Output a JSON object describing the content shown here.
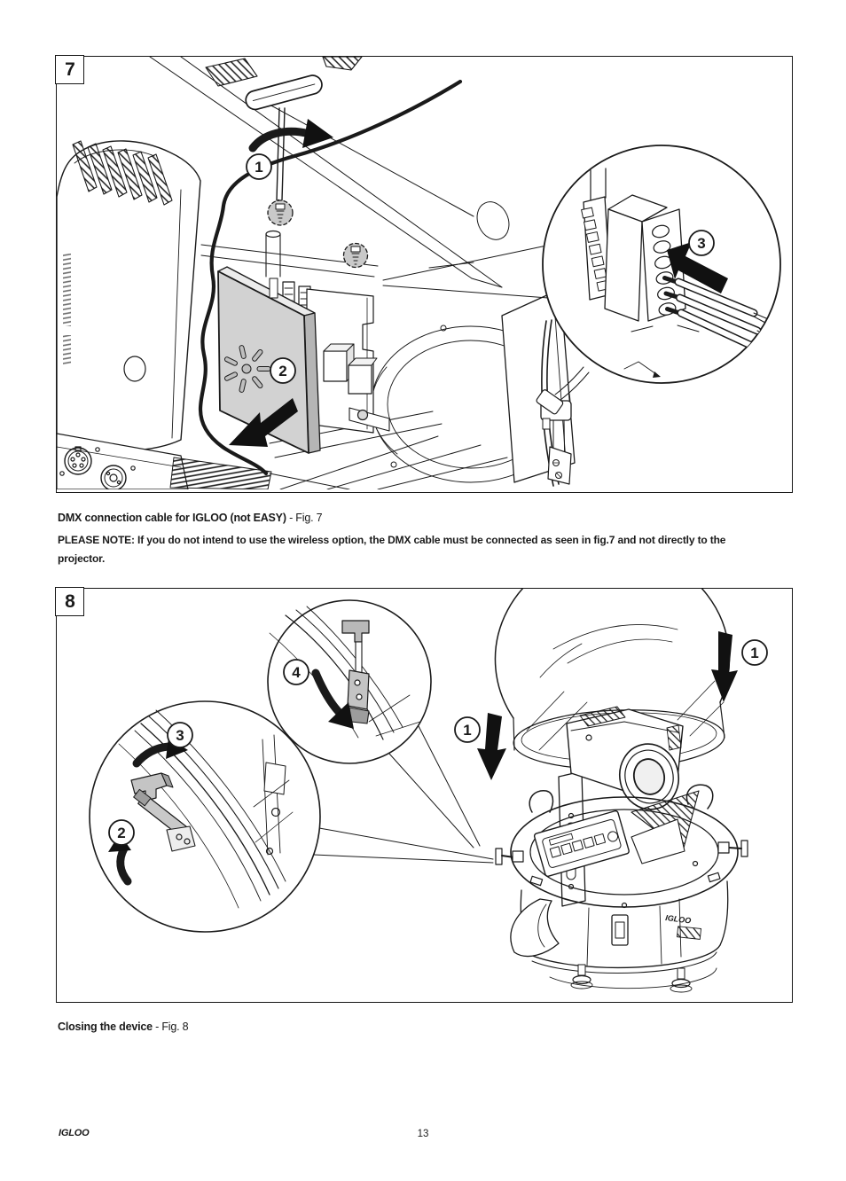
{
  "page": {
    "footer_brand": "IGLOO",
    "footer_page_number": "13"
  },
  "colors": {
    "ink": "#1a1a1a",
    "card_gray": "#d2d2d2",
    "metal_gray": "#c4c4c4",
    "screw_highlight_gray": "#c9c9c9"
  },
  "figure7": {
    "label": "7",
    "caption_bold": "DMX connection cable for IGLOO (not EASY)",
    "caption_rest": " - Fig. 7",
    "callouts": {
      "step1": "1",
      "step2": "2",
      "step3": "3"
    }
  },
  "note": {
    "line1": "PLEASE NOTE: If you do not intend to use the wireless option, the DMX cable must be connected as seen in fig.7 and not directly to the",
    "line2": "projector."
  },
  "figure8": {
    "label": "8",
    "caption_bold": "Closing the device",
    "caption_rest": " - Fig. 8",
    "base_logo": "IGLOO",
    "callouts": {
      "step4": "4",
      "step1_mid": "1",
      "step3": "3",
      "step2": "2",
      "step1_right": "1"
    }
  }
}
